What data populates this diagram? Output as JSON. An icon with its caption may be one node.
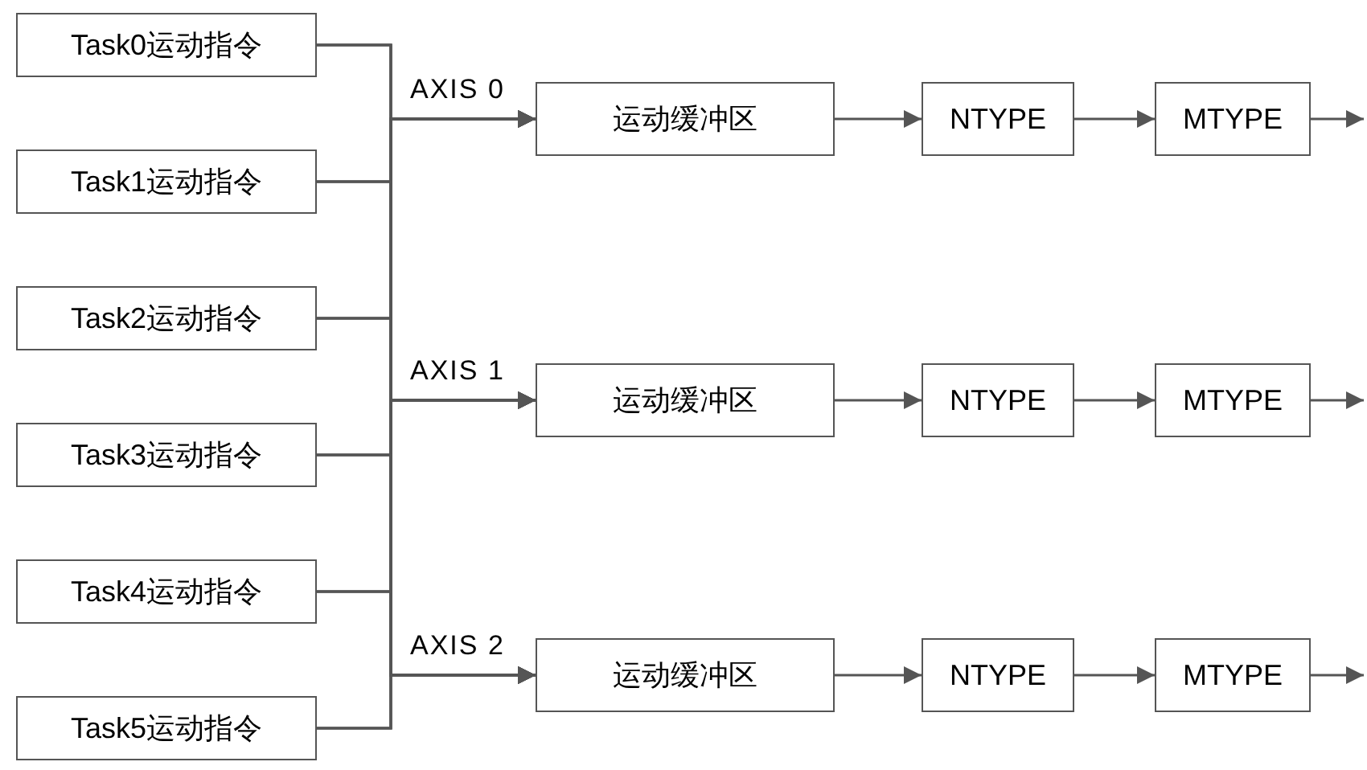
{
  "diagram": {
    "nodes": [
      {
        "text": [
          "Task0运动指令"
        ]
      },
      {
        "text": [
          "Task1运动指令"
        ]
      },
      {
        "text": [
          "Task2运动指令"
        ]
      },
      {
        "text": [
          "Task3运动指令"
        ]
      },
      {
        "text": [
          "Task4运动指令"
        ]
      },
      {
        "text": [
          "Task5运动指令"
        ]
      },
      {
        "text": [
          "运动缓冲区"
        ]
      },
      {
        "text": [
          "NTYPE"
        ]
      },
      {
        "text": [
          "MTYPE"
        ]
      },
      {
        "text": [
          "运动缓冲区"
        ]
      },
      {
        "text": [
          "NTYPE"
        ]
      },
      {
        "text": [
          "MTYPE"
        ]
      },
      {
        "text": [
          "运动缓冲区"
        ]
      },
      {
        "text": [
          "NTYPE"
        ]
      },
      {
        "text": [
          "MTYPE"
        ]
      }
    ],
    "edges": [
      {
        "from": 0,
        "to": 6,
        "arrow": "to",
        "label": "AXIS 0"
      },
      {
        "from": 1,
        "to": 6,
        "arrow": "to"
      },
      {
        "from": 2,
        "to": 6,
        "arrow": "to"
      },
      {
        "from": 3,
        "to": 6,
        "arrow": "to"
      },
      {
        "from": 4,
        "to": 6,
        "arrow": "to"
      },
      {
        "from": 5,
        "to": 6,
        "arrow": "to"
      },
      {
        "from": 0,
        "to": 9,
        "arrow": "to",
        "label": "AXIS 1"
      },
      {
        "from": 1,
        "to": 9,
        "arrow": "to"
      },
      {
        "from": 2,
        "to": 9,
        "arrow": "to"
      },
      {
        "from": 3,
        "to": 9,
        "arrow": "to"
      },
      {
        "from": 4,
        "to": 9,
        "arrow": "to"
      },
      {
        "from": 5,
        "to": 9,
        "arrow": "to"
      },
      {
        "from": 0,
        "to": 12,
        "arrow": "to",
        "label": "AXIS 2"
      },
      {
        "from": 1,
        "to": 12,
        "arrow": "to"
      },
      {
        "from": 2,
        "to": 12,
        "arrow": "to"
      },
      {
        "from": 3,
        "to": 12,
        "arrow": "to"
      },
      {
        "from": 4,
        "to": 12,
        "arrow": "to"
      },
      {
        "from": 5,
        "to": 12,
        "arrow": "to"
      },
      {
        "from": 6,
        "to": 7,
        "arrow": "to"
      },
      {
        "from": 7,
        "to": 8,
        "arrow": "to"
      },
      {
        "from": 8,
        "to": null,
        "arrow": "to"
      },
      {
        "from": 9,
        "to": 10,
        "arrow": "to"
      },
      {
        "from": 10,
        "to": 11,
        "arrow": "to"
      },
      {
        "from": 11,
        "to": null,
        "arrow": "to"
      },
      {
        "from": 12,
        "to": 13,
        "arrow": "to"
      },
      {
        "from": 13,
        "to": 14,
        "arrow": "to"
      },
      {
        "from": 14,
        "to": null,
        "arrow": "to"
      }
    ]
  }
}
